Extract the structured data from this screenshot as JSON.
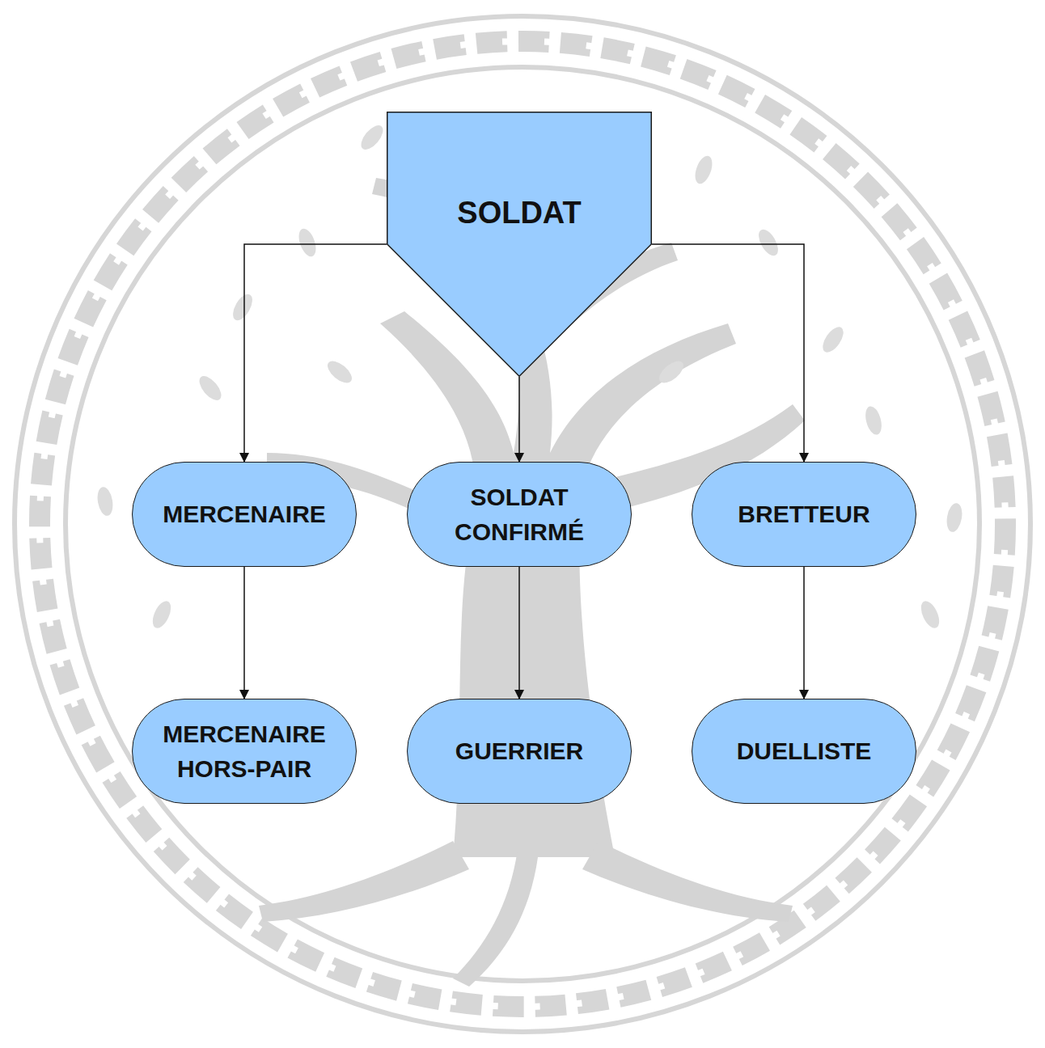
{
  "diagram": {
    "nodes": [
      {
        "text": [
          "SOLDAT"
        ]
      },
      {
        "text": [
          "MERCENAIRE"
        ]
      },
      {
        "text": [
          "SOLDAT CONFIRMÉ"
        ]
      },
      {
        "text": [
          "BRETTEUR"
        ]
      },
      {
        "text": [
          "MERCENAIRE HORS-PAIR"
        ]
      },
      {
        "text": [
          "GUERRIER"
        ]
      },
      {
        "text": [
          "DUELLISTE"
        ]
      }
    ],
    "edges": [
      {
        "from": 0,
        "to": 1,
        "arrow": "to"
      },
      {
        "from": 0,
        "to": 2,
        "arrow": "to"
      },
      {
        "from": 0,
        "to": 3,
        "arrow": "to"
      },
      {
        "from": 1,
        "to": 4,
        "arrow": "to"
      },
      {
        "from": 2,
        "to": 5,
        "arrow": "to"
      },
      {
        "from": 3,
        "to": 6,
        "arrow": "to"
      }
    ]
  }
}
